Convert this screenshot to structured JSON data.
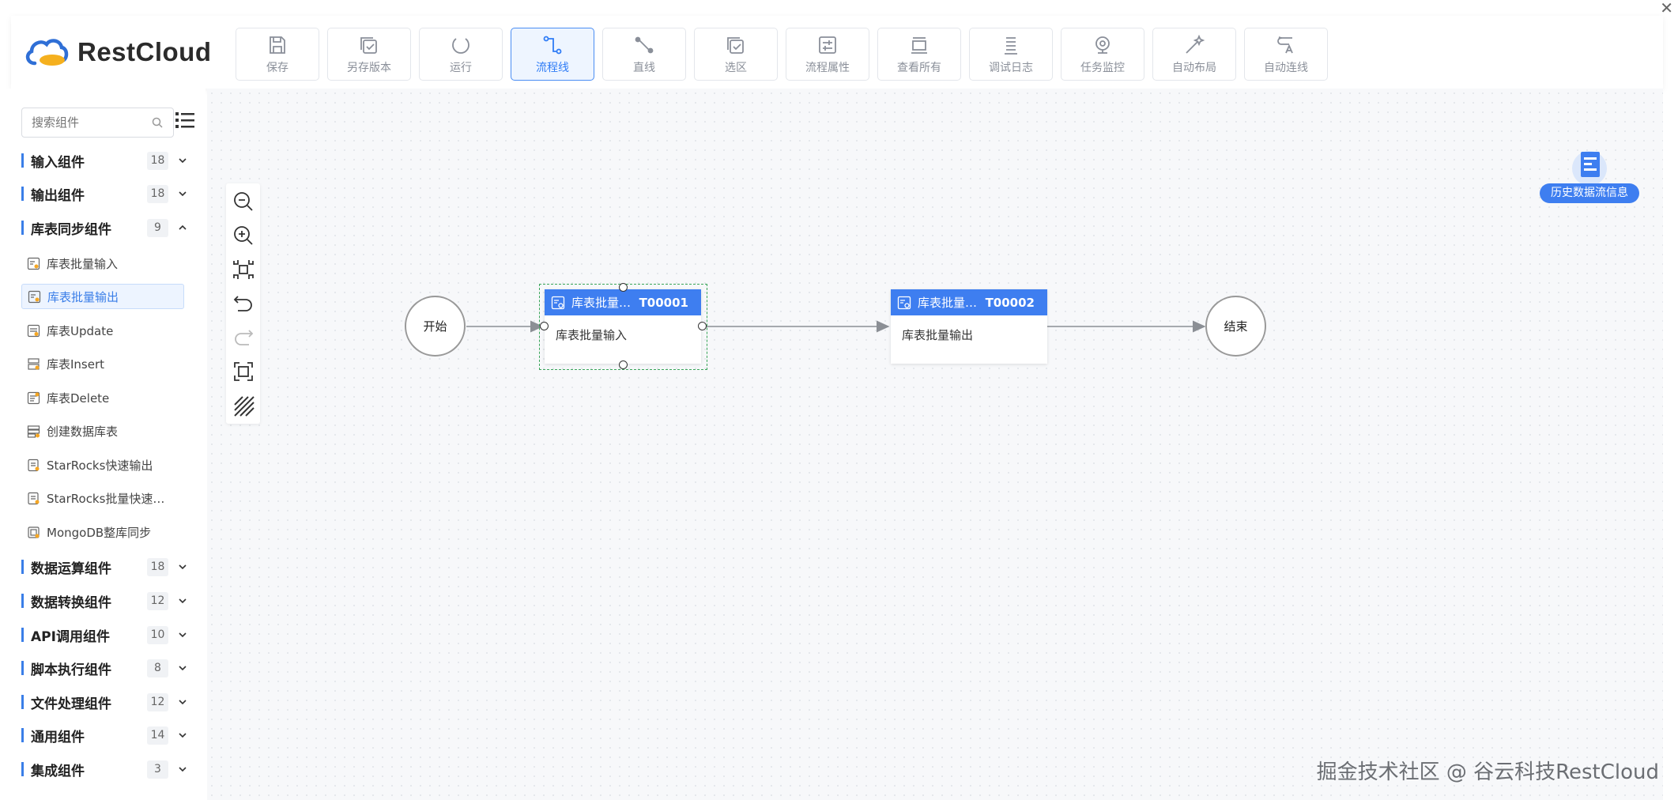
{
  "app": {
    "logo_text": "RestCloud"
  },
  "toolbar": [
    {
      "label": "保存",
      "icon": "save-icon"
    },
    {
      "label": "另存版本",
      "icon": "save-version-icon"
    },
    {
      "label": "运行",
      "icon": "run-icon"
    },
    {
      "label": "流程线",
      "icon": "flow-line-icon",
      "active": true
    },
    {
      "label": "直线",
      "icon": "straight-line-icon"
    },
    {
      "label": "选区",
      "icon": "select-area-icon"
    },
    {
      "label": "流程属性",
      "icon": "flow-properties-icon"
    },
    {
      "label": "查看所有",
      "icon": "view-all-icon"
    },
    {
      "label": "调试日志",
      "icon": "debug-log-icon"
    },
    {
      "label": "任务监控",
      "icon": "task-monitor-icon"
    },
    {
      "label": "自动布局",
      "icon": "auto-layout-icon"
    },
    {
      "label": "自动连线",
      "icon": "auto-connect-icon"
    }
  ],
  "sidebar": {
    "search_placeholder": "搜索组件",
    "groups": [
      {
        "name": "输入组件",
        "count": "18"
      },
      {
        "name": "输出组件",
        "count": "18"
      },
      {
        "name": "库表同步组件",
        "count": "9",
        "expanded": true
      },
      {
        "name": "数据运算组件",
        "count": "18"
      },
      {
        "name": "数据转换组件",
        "count": "12"
      },
      {
        "name": "API调用组件",
        "count": "10"
      },
      {
        "name": "脚本执行组件",
        "count": "8"
      },
      {
        "name": "文件处理组件",
        "count": "12"
      },
      {
        "name": "通用组件",
        "count": "14"
      },
      {
        "name": "集成组件",
        "count": "3"
      }
    ],
    "items": [
      {
        "name": "库表批量输入"
      },
      {
        "name": "库表批量输出",
        "selected": true
      },
      {
        "name": "库表Update"
      },
      {
        "name": "库表Insert"
      },
      {
        "name": "库表Delete"
      },
      {
        "name": "创建数据库表"
      },
      {
        "name": "StarRocks快速输出"
      },
      {
        "name": "StarRocks批量快速…"
      },
      {
        "name": "MongoDB整库同步"
      }
    ]
  },
  "canvas": {
    "start_label": "开始",
    "end_label": "结束",
    "nodes": [
      {
        "title": "库表批量…",
        "id": "T00001",
        "body": "库表批量输入"
      },
      {
        "title": "库表批量…",
        "id": "T00002",
        "body": "库表批量输出"
      }
    ],
    "history_label": "历史数据流信息"
  },
  "watermark": "掘金技术社区 @ 谷云科技RestCloud",
  "colors": {
    "accent": "#3e7ef0",
    "selection": "#3aa55a"
  }
}
